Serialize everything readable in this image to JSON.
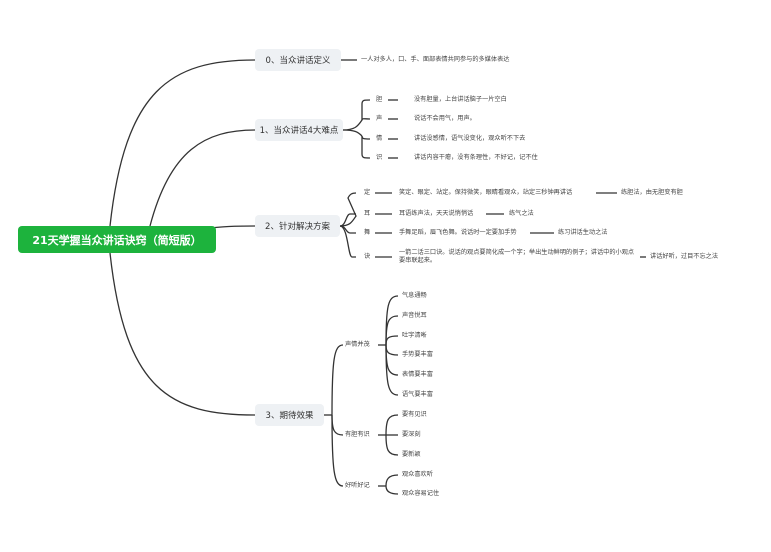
{
  "root": {
    "label": "21天学握当众讲话诀窍（简短版）"
  },
  "branches": [
    {
      "label": "0、当众讲话定义",
      "detail": "一人对多人，口、手、面部表情共同参与的多媒体表达"
    },
    {
      "label": "1、当众讲话4大难点",
      "items": [
        {
          "key": "胆",
          "text": "没有胆量，上台讲话脑子一片空白"
        },
        {
          "key": "声",
          "text": "说话不会用气，用声。"
        },
        {
          "key": "情",
          "text": "讲话没感情，语气没变化，观众听不下去"
        },
        {
          "key": "识",
          "text": "讲话内容干瘪，没有条理性，不好记，记不住"
        }
      ]
    },
    {
      "label": "2、针对解决方案",
      "items": [
        {
          "key": "定",
          "text": "笑定、眼定、站定。保持微笑，眼睛看观众，站定三秒钟再讲话",
          "result": "练胆法，由无胆变有胆"
        },
        {
          "key": "耳",
          "text": "耳语练声法，天天说悄悄话",
          "result": "练气之法"
        },
        {
          "key": "舞",
          "text": "手舞足蹈，眉飞色舞。说话时一定要加手势",
          "result": "练习讲话生动之法"
        },
        {
          "key": "诀",
          "text": "一箭二话三口诀。说话的观点要简化成一个字；举出生动鲜明的例子；讲话中的小观点要串联起来。",
          "result": "讲话好听，过目不忘之法"
        }
      ]
    },
    {
      "label": "3、期待效果",
      "groups": [
        {
          "label": "声情并茂",
          "items": [
            "气息通畅",
            "声音悦耳",
            "吐字清晰",
            "手势要丰富",
            "表情要丰富",
            "语气要丰富"
          ]
        },
        {
          "label": "有胆有识",
          "items": [
            "要有见识",
            "要深刻",
            "要新颖"
          ]
        },
        {
          "label": "好听好记",
          "items": [
            "观众喜欢听",
            "观众容易记住"
          ]
        }
      ]
    }
  ]
}
